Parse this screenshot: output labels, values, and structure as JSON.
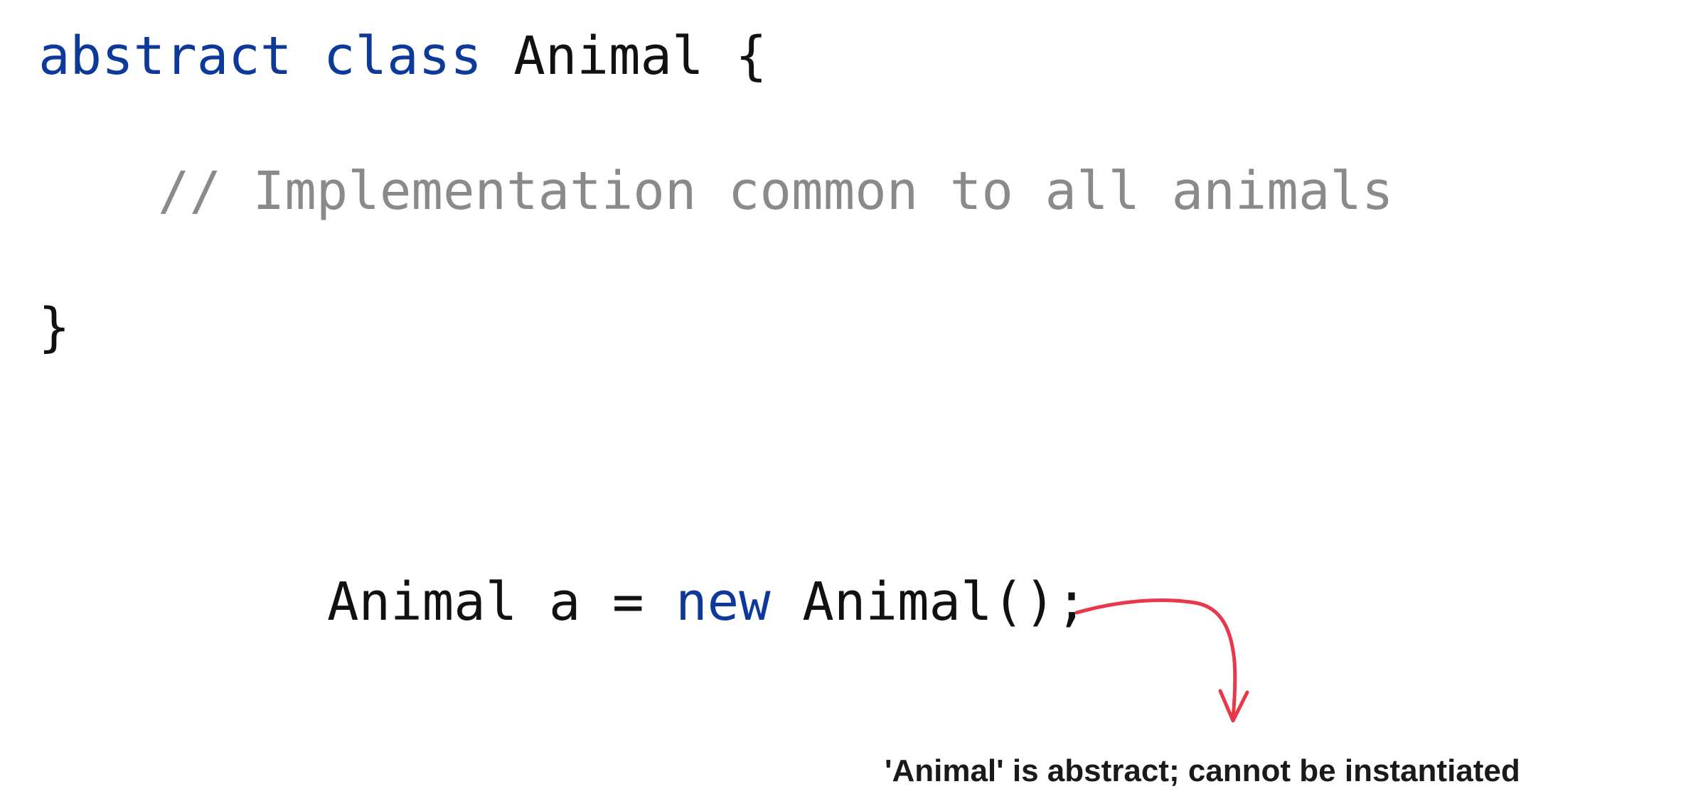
{
  "code": {
    "line1": {
      "kw_abstract": "abstract",
      "space1": " ",
      "kw_class": "class",
      "name": " Animal {"
    },
    "line2": {
      "comment": "// Implementation common to all animals"
    },
    "line3": {
      "brace": "}"
    },
    "line4": {
      "lhs": "Animal a = ",
      "kw_new": "new",
      "rhs": " Animal();"
    }
  },
  "annotation": {
    "text": "'Animal' is abstract; cannot be instantiated",
    "arrow_color": "#e8384a"
  },
  "colors": {
    "keyword": "#0d3a9a",
    "comment": "#8a8a8a",
    "text": "#111111"
  }
}
